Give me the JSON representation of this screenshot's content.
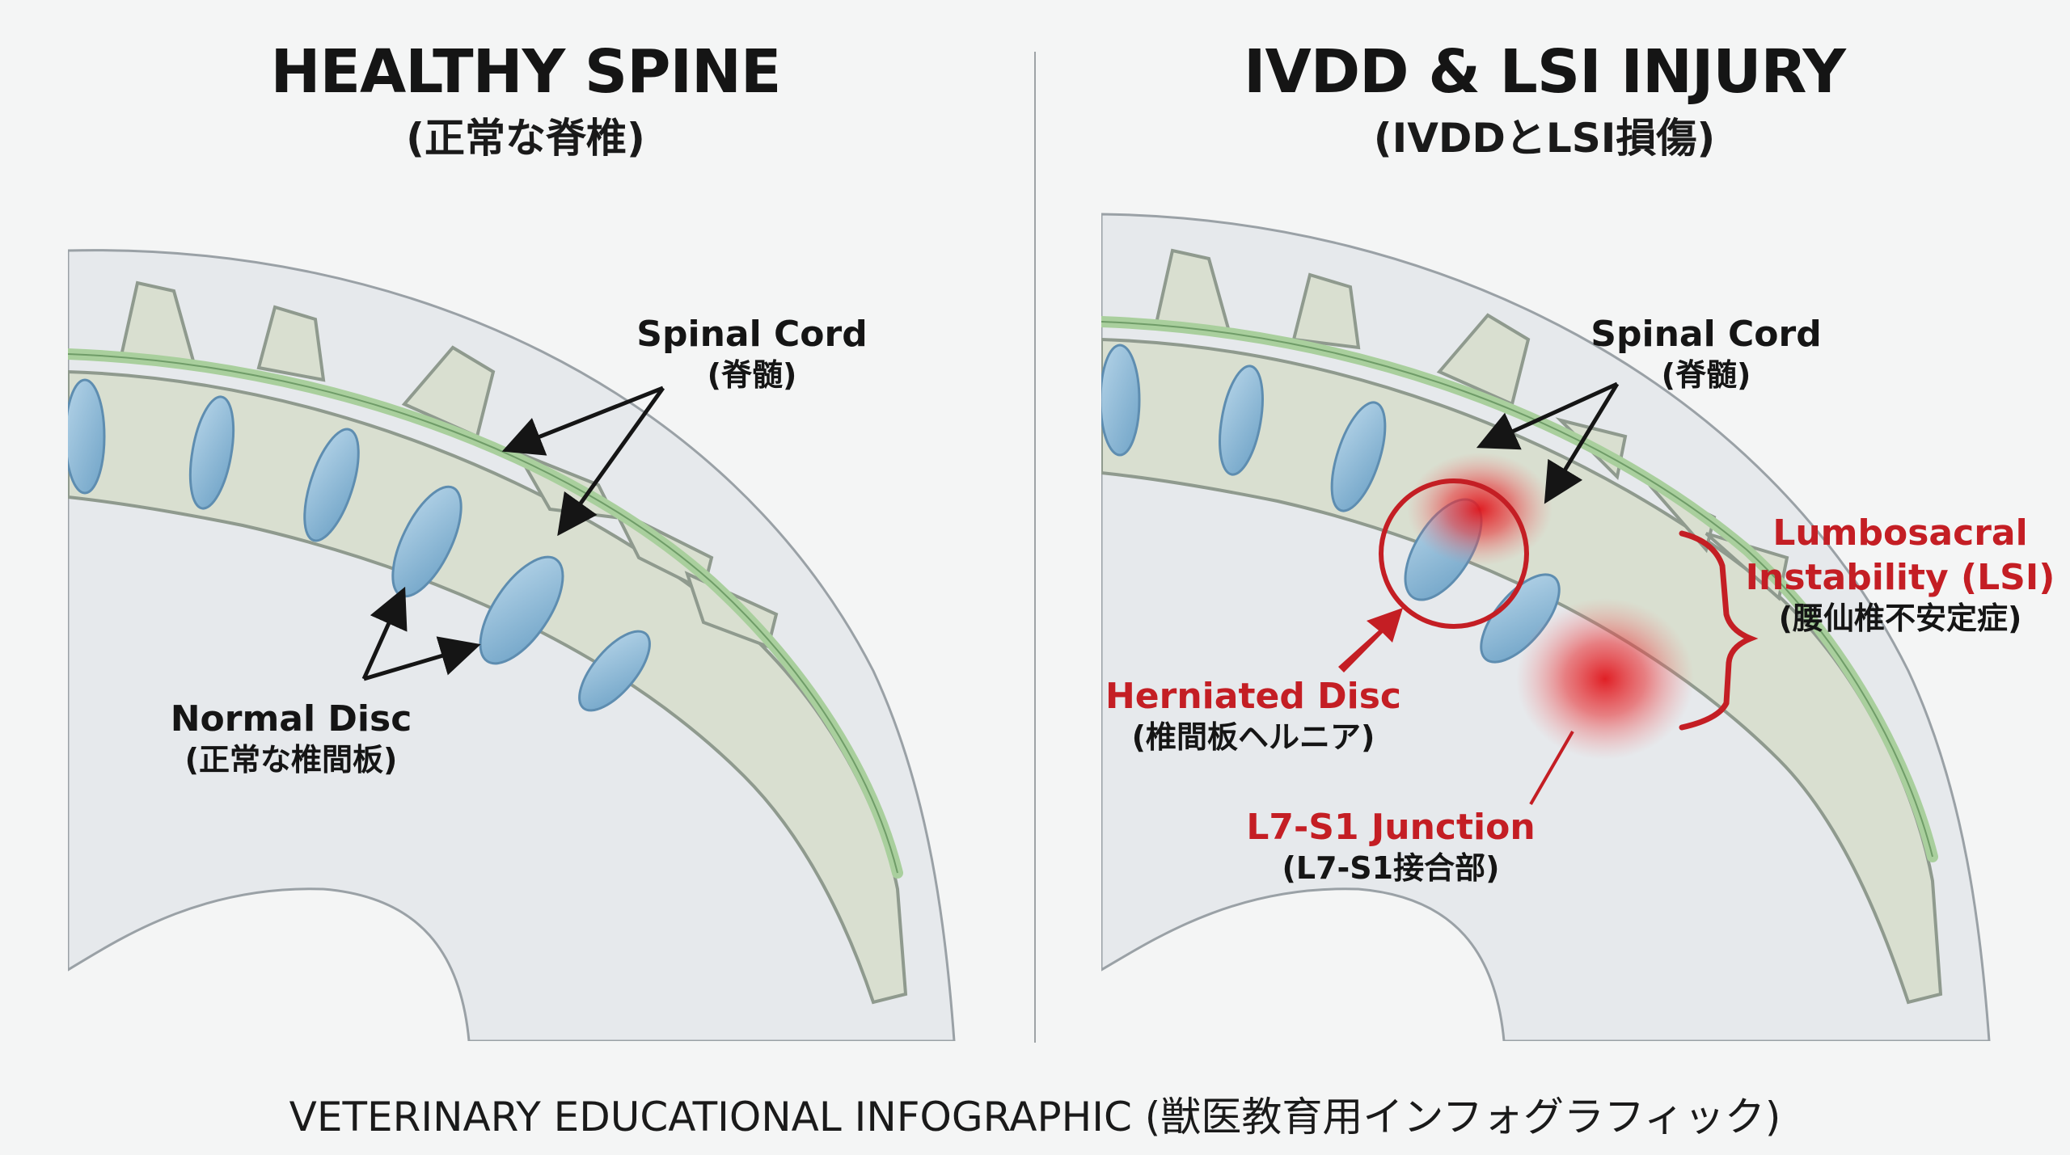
{
  "left_panel": {
    "title": "HEALTHY SPINE",
    "subtitle": "(正常な脊椎)",
    "labels": {
      "spinal_cord_en": "Spinal Cord",
      "spinal_cord_jp": "(脊髄)",
      "normal_disc_en": "Normal Disc",
      "normal_disc_jp": "(正常な椎間板)"
    }
  },
  "right_panel": {
    "title": "IVDD & LSI INJURY",
    "subtitle": "(IVDDとLSI損傷)",
    "labels": {
      "spinal_cord_en": "Spinal Cord",
      "spinal_cord_jp": "(脊髄)",
      "herniated_disc_en": "Herniated Disc",
      "herniated_disc_jp": "(椎間板ヘルニア)",
      "l7s1_en": "L7-S1 Junction",
      "l7s1_jp": "(L7-S1接合部)",
      "lsi_en_line1": "Lumbosacral",
      "lsi_en_line2": "Instability (LSI)",
      "lsi_jp": "(腰仙椎不安定症)"
    }
  },
  "footer": "VETERINARY EDUCATIONAL INFOGRAPHIC (獣医教育用インフォグラフィック)",
  "colors": {
    "bone": "#d9dfd0",
    "bone_outline": "#8f9a8e",
    "disc": "#8fb9d6",
    "cord": "#a9cf9d",
    "injury_red": "#c41e24",
    "body_fill": "#e6e9ec"
  }
}
